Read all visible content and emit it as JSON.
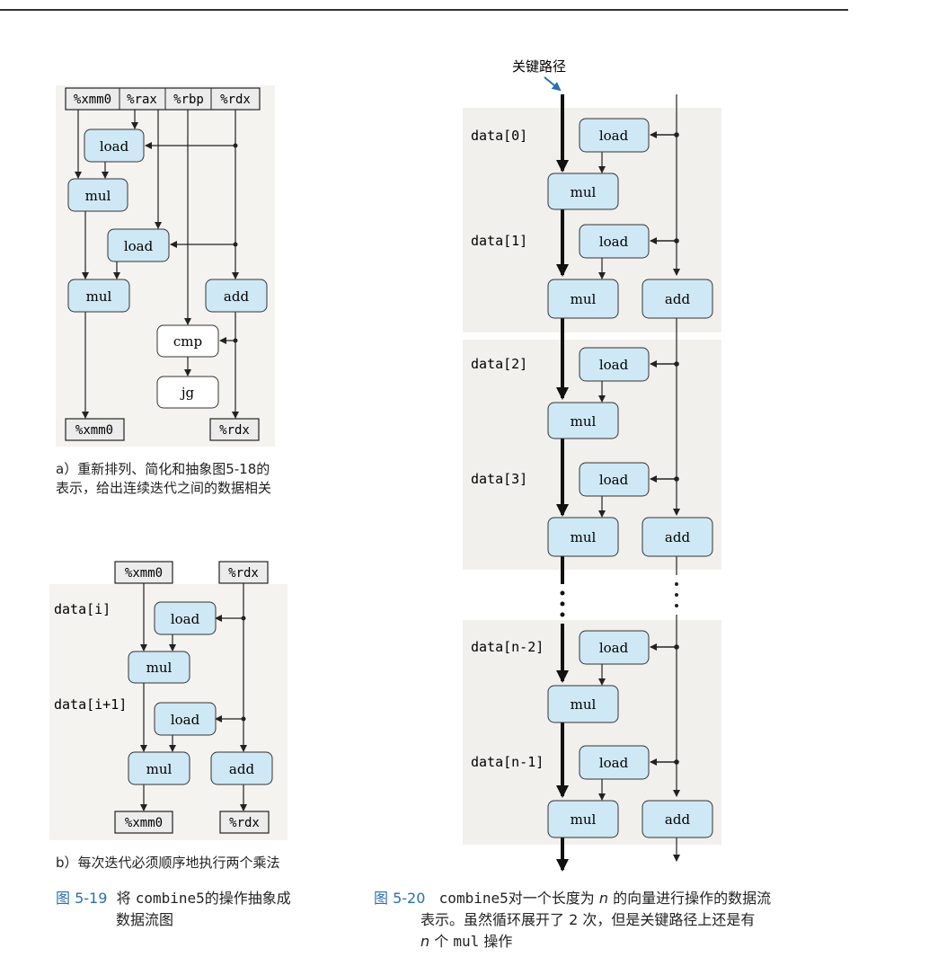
{
  "fig_a": {
    "registers_top": [
      "%xmm0",
      "%rax",
      "%rbp",
      "%rdx"
    ],
    "nodes": [
      "load",
      "mul",
      "load",
      "mul",
      "add",
      "cmp",
      "jg"
    ],
    "registers_bottom": [
      "%xmm0",
      "%rdx"
    ],
    "caption_line1": "a）重新排列、简化和抽象图5-18的",
    "caption_line2": "表示，给出连续迭代之间的数据相关"
  },
  "fig_b": {
    "registers_top": [
      "%xmm0",
      "%rdx"
    ],
    "data_labels": [
      "data[i]",
      "data[i+1]"
    ],
    "nodes": [
      "load",
      "mul",
      "load",
      "mul",
      "add"
    ],
    "registers_bottom": [
      "%xmm0",
      "%rdx"
    ],
    "caption": "b）每次迭代必须顺序地执行两个乘法"
  },
  "fig_519": {
    "number": "图 5-19",
    "text_before": "将",
    "code": "combine5",
    "text_after": "的操作抽象成",
    "line2": "数据流图"
  },
  "fig_520": {
    "critical_path_label": "关键路径",
    "data_labels": [
      "data[0]",
      "data[1]",
      "data[2]",
      "data[3]",
      "data[n-2]",
      "data[n-1]"
    ],
    "load_label": "load",
    "mul_label": "mul",
    "add_label": "add",
    "number": "图 5-20",
    "line1_code": "combine5",
    "line1_text": "对一个长度为",
    "line1_var": "n",
    "line1_text2": "的向量进行操作的数据流",
    "line2": "表示。虽然循环展开了 2 次，但是关键路径上还是有",
    "line3_var": "n",
    "line3_text": "个",
    "line3_code": "mul",
    "line3_text2": "操作"
  },
  "colors": {
    "node_fill": "#cfe8f5",
    "shade": "#f1efec",
    "fignum": "#2a6fb0",
    "arrow_blue": "#2a6fb0"
  }
}
